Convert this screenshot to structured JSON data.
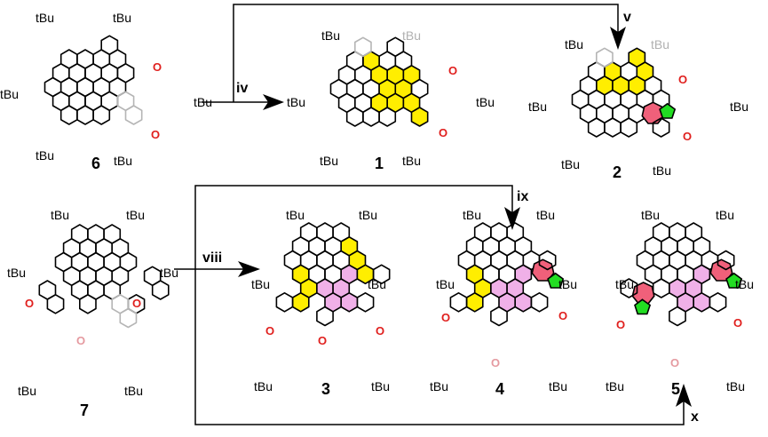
{
  "substituent": "tBu",
  "oxygen": "O",
  "compounds": {
    "c6": "6",
    "c1": "1",
    "c2": "2",
    "c7": "7",
    "c3": "3",
    "c4": "4",
    "c5": "5"
  },
  "reagents": {
    "iv": "iv",
    "v": "v",
    "viii": "viii",
    "ix": "ix",
    "x": "x"
  },
  "colors": {
    "yellow": "#ffee00",
    "pink_light": "#f0b0e8",
    "red": "#f0607a",
    "green": "#22dd22",
    "grey": "#b5b5b5",
    "oxygen_red": "#e0201e"
  }
}
